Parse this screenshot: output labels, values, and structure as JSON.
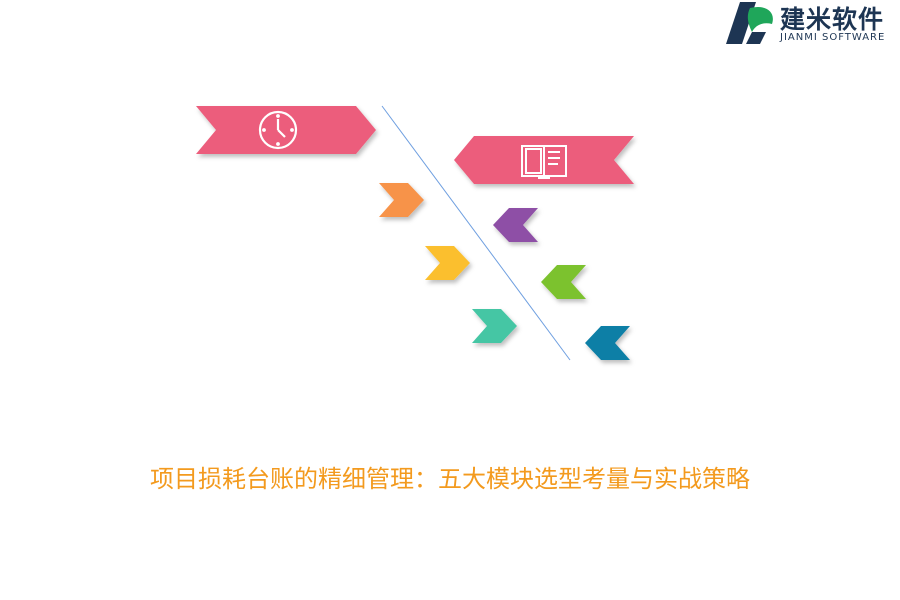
{
  "logo": {
    "name_cn": "建米软件",
    "name_en": "JIANMI SOFTWARE",
    "colors": {
      "dark": "#1d3553",
      "green": "#1fa65a"
    }
  },
  "diagram": {
    "type": "fishbone",
    "top_banners": [
      {
        "icon": "clock-icon",
        "color": "#ec5d7b",
        "direction": "right"
      },
      {
        "icon": "book-icon",
        "color": "#ec5d7b",
        "direction": "left"
      }
    ],
    "left_chevrons": [
      {
        "color": "#f7934a"
      },
      {
        "color": "#fbbf2e"
      },
      {
        "color": "#45c6a4"
      }
    ],
    "right_chevrons": [
      {
        "color": "#8e4fa6"
      },
      {
        "color": "#7cc22d"
      },
      {
        "color": "#0e7fa6"
      }
    ],
    "spine_color": "#6f9fe0"
  },
  "title": "项目损耗台账的精细管理：五大模块选型考量与实战策略"
}
